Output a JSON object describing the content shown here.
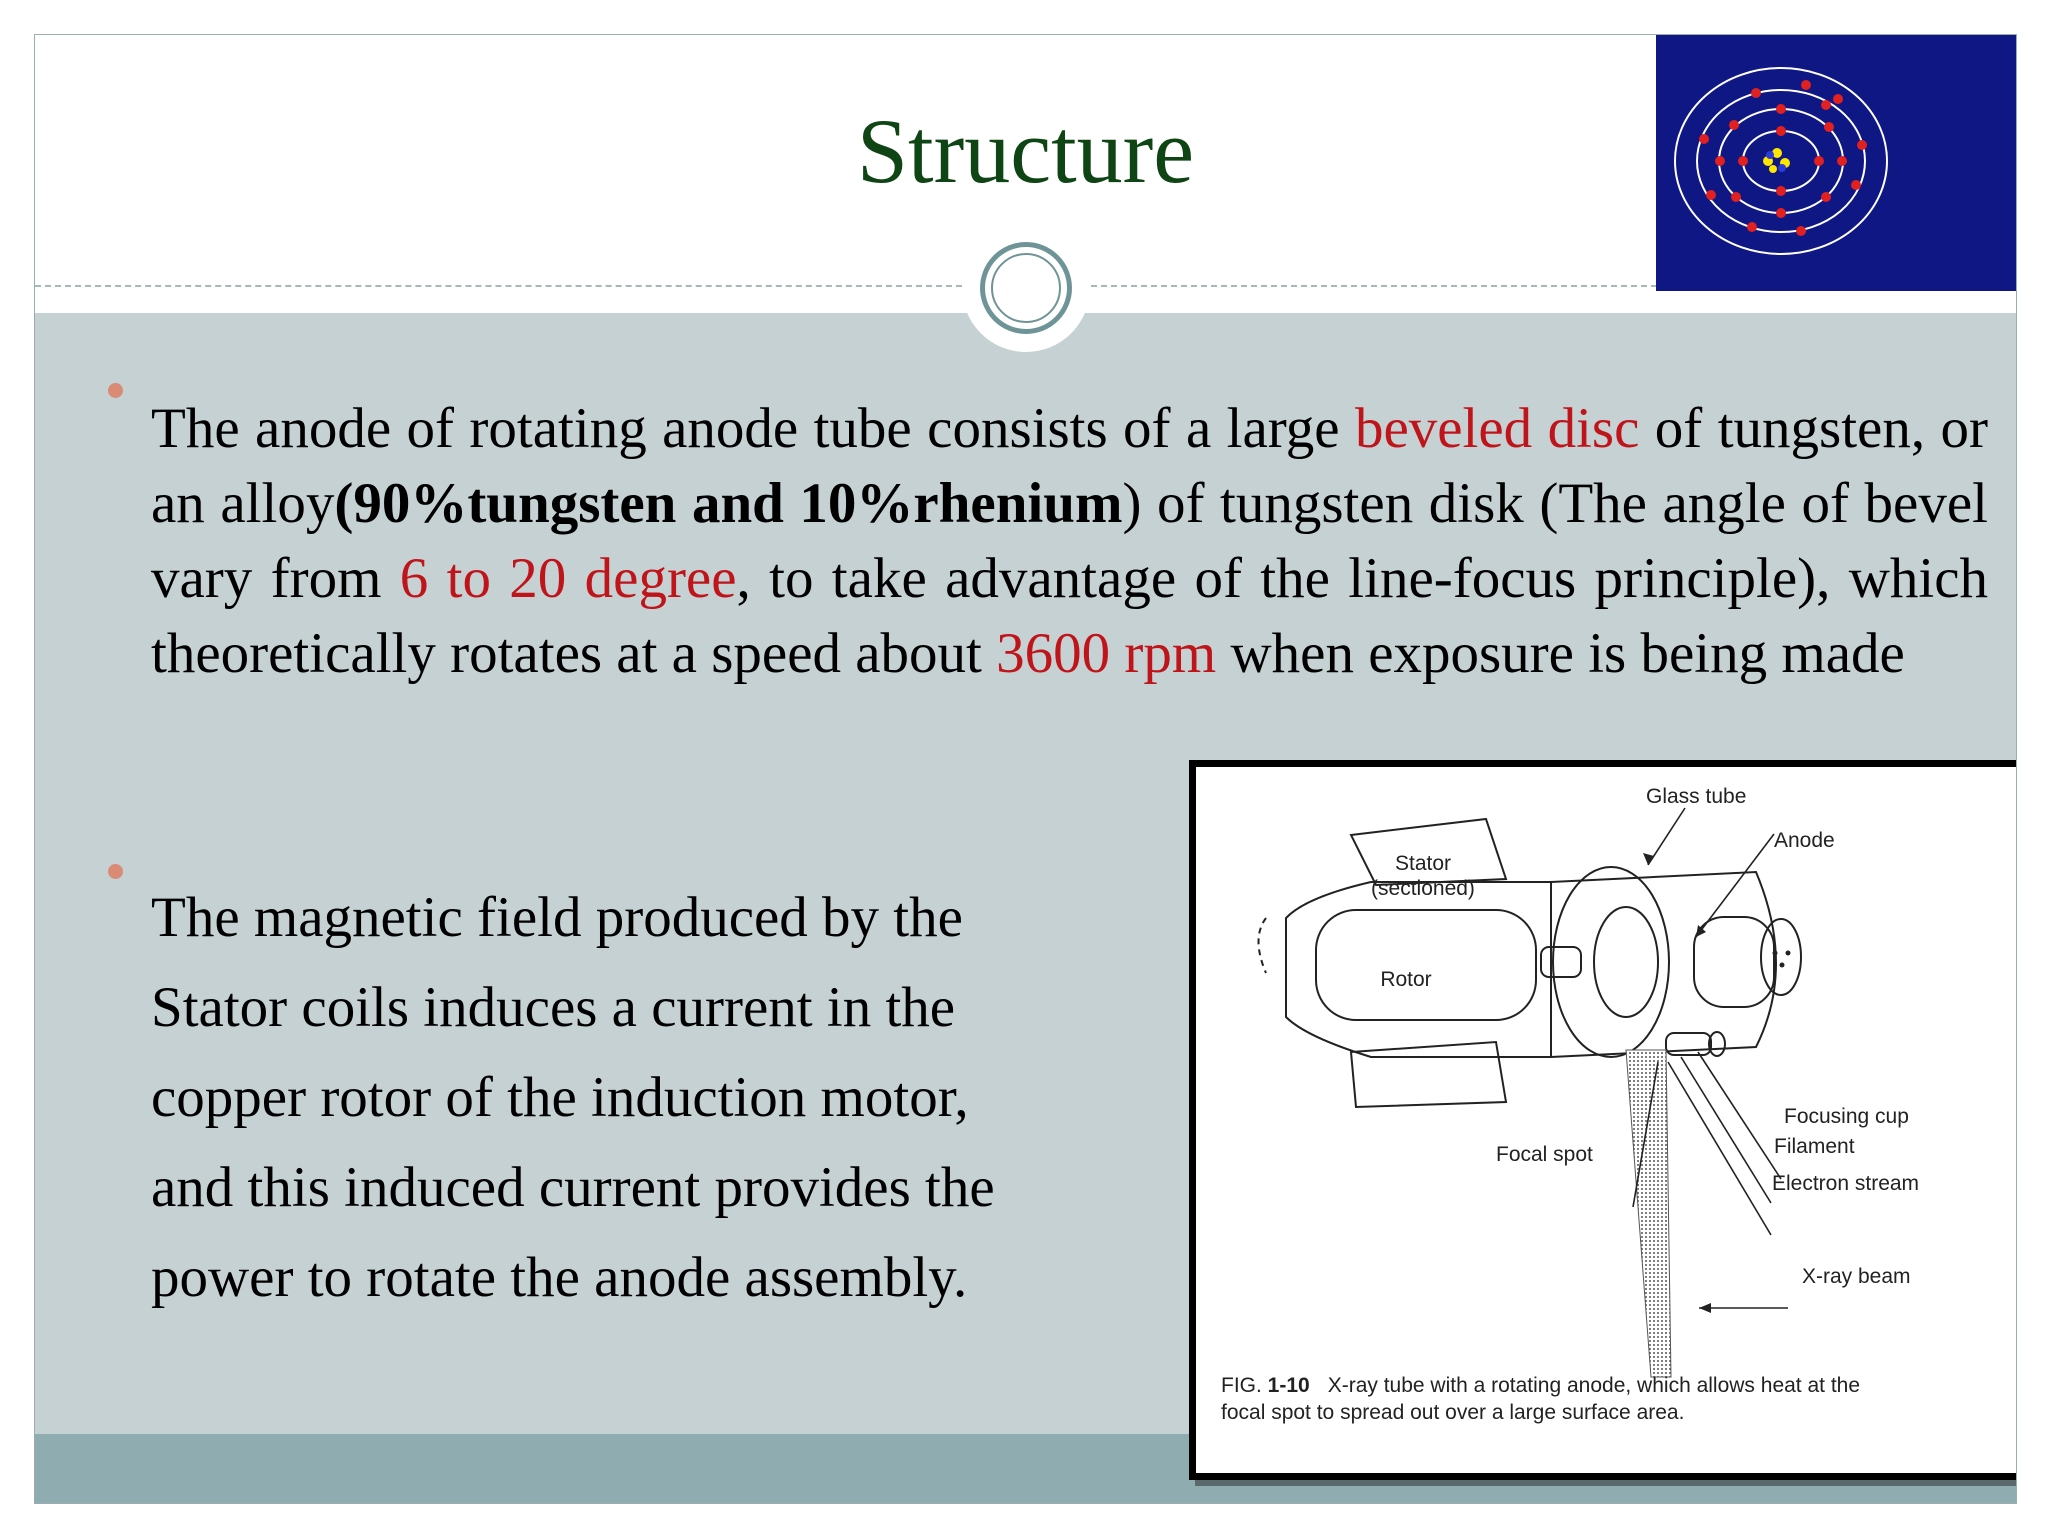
{
  "slide": {
    "title": "Structure"
  },
  "bullet1": {
    "t1": "The anode of rotating anode tube consists of a large ",
    "t2": "beveled disc",
    "t3": " of tungsten, or an alloy",
    "t4": "(90%tungsten and 10%rhenium",
    "t5": ") of tungsten disk  (The angle of bevel vary from ",
    "t6": "6 to 20 degree",
    "t7": ", to take advantage of the line-focus principle), which theoretically rotates at a speed about ",
    "t8": "3600 rpm",
    "t9": " when exposure is being made"
  },
  "bullet2": {
    "line1": "The magnetic field produced by the",
    "line2": " Stator coils induces a current in the",
    "line3": "copper rotor of the induction motor,",
    "line4": "and this induced current provides the",
    "line5": "power to rotate the anode assembly."
  },
  "figure": {
    "labels": {
      "glass_tube": "Glass tube",
      "anode": "Anode",
      "stator_line1": "Stator",
      "stator_line2": "(sectioned)",
      "rotor": "Rotor",
      "focusing_cup": "Focusing cup",
      "filament": "Filament",
      "focal_spot": "Focal spot",
      "electron_stream": "Electron stream",
      "xray_beam": "X-ray beam"
    },
    "caption": {
      "fig_prefix": "FIG. ",
      "fig_number": "1-10",
      "line1": "X-ray tube with a rotating anode, which allows heat at the",
      "line2": "focal spot to spread out over a large surface area."
    }
  },
  "colors": {
    "title": "#0f4515",
    "emphasis_red": "#c0141b",
    "body_panel": "#c5d1d3",
    "footer_band": "#8fadb0",
    "logo_background": "#0f1784",
    "bullet": "#d98b76"
  }
}
